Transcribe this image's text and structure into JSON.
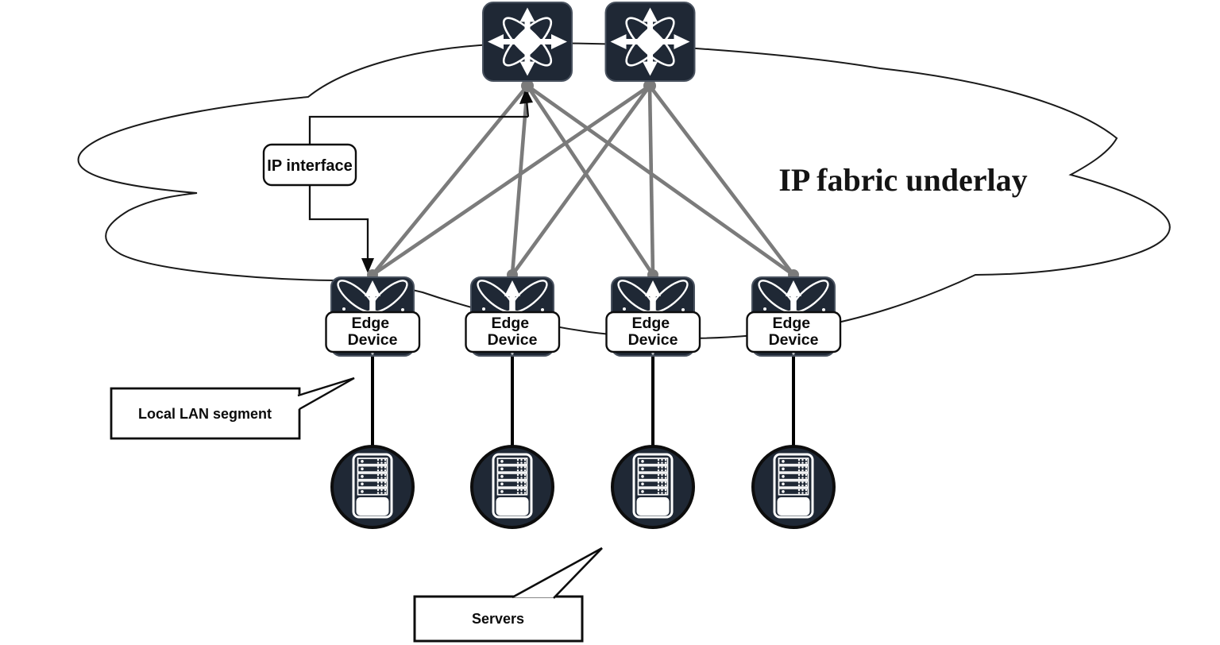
{
  "diagram": {
    "cloud_label": "IP fabric underlay",
    "ip_interface_label": "IP interface",
    "local_lan_label": "Local LAN segment",
    "servers_label": "Servers",
    "spines": [
      {
        "id": "spine-1",
        "icon": "spine-switch-icon"
      },
      {
        "id": "spine-2",
        "icon": "spine-switch-icon"
      }
    ],
    "edge_devices": [
      {
        "line1": "Edge",
        "line2": "Device",
        "icon": "leaf-switch-icon"
      },
      {
        "line1": "Edge",
        "line2": "Device",
        "icon": "leaf-switch-icon"
      },
      {
        "line1": "Edge",
        "line2": "Device",
        "icon": "leaf-switch-icon"
      },
      {
        "line1": "Edge",
        "line2": "Device",
        "icon": "leaf-switch-icon"
      }
    ],
    "servers": [
      {
        "icon": "server-icon"
      },
      {
        "icon": "server-icon"
      },
      {
        "icon": "server-icon"
      },
      {
        "icon": "server-icon"
      }
    ],
    "links": {
      "spine_to_edge_count": 8,
      "edge_to_server_count": 4
    },
    "colors": {
      "node_fill": "#1f2835",
      "node_border": "#49525f",
      "link_gray": "#7b7b7b",
      "ink": "#000000",
      "background": "#ffffff"
    }
  }
}
